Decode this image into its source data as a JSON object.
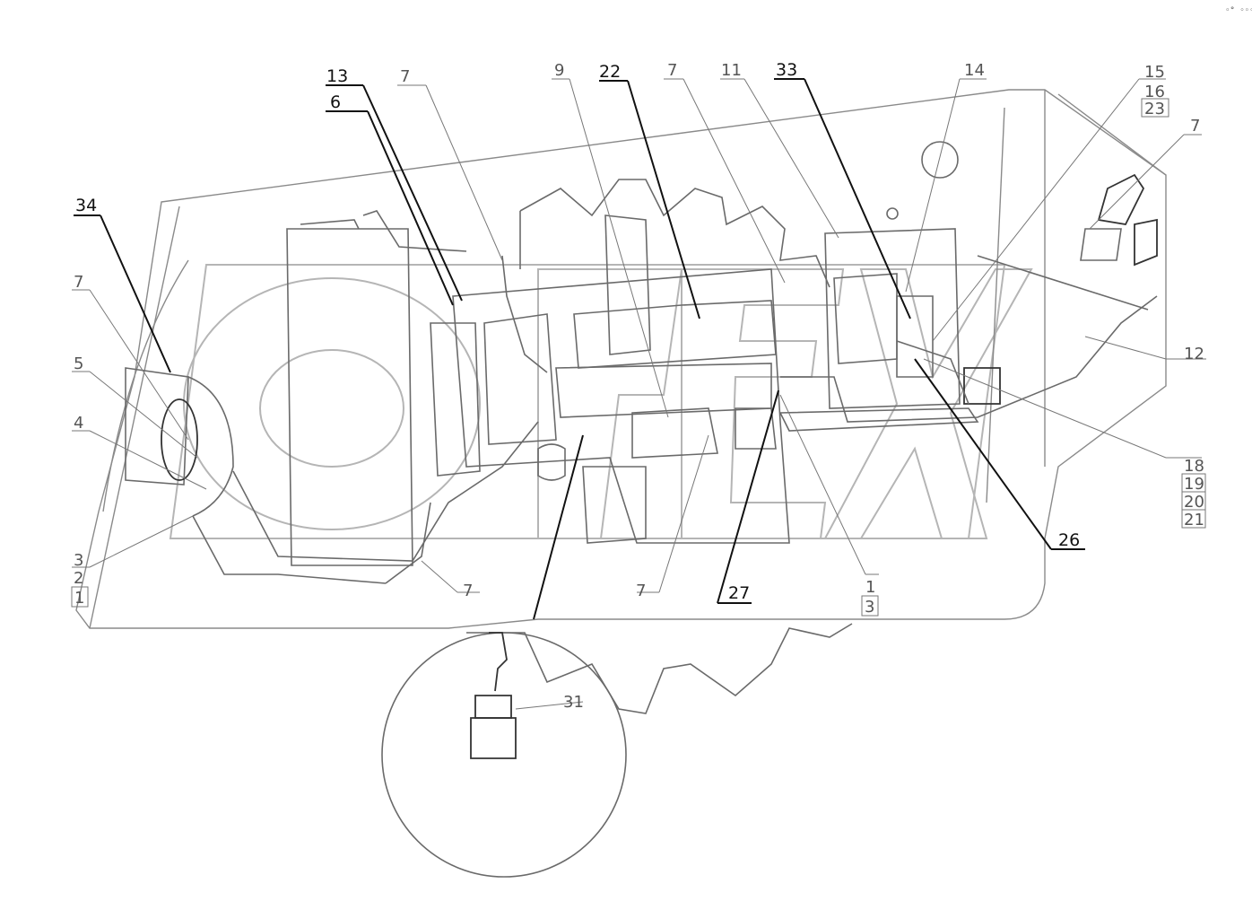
{
  "corner_mark": "◦° ◦◦◦",
  "callouts": {
    "c13": "13",
    "c6": "6",
    "c7_top1": "7",
    "c9": "9",
    "c22": "22",
    "c7_top2": "7",
    "c11": "11",
    "c33": "33",
    "c14": "14",
    "c15": "15",
    "c16": "16",
    "c23": "23",
    "c7_right": "7",
    "c34": "34",
    "c7_left": "7",
    "c5": "5",
    "c4": "4",
    "c3_left": "3",
    "c2_left": "2",
    "c1_left": "1",
    "c12": "12",
    "c18": "18",
    "c19": "19",
    "c20": "20",
    "c21": "21",
    "c26": "26",
    "c7_bottom1": "7",
    "c7_bottom2": "7",
    "c27": "27",
    "c1_bottom": "1",
    "c3_bottom": "3",
    "c31": "31"
  }
}
